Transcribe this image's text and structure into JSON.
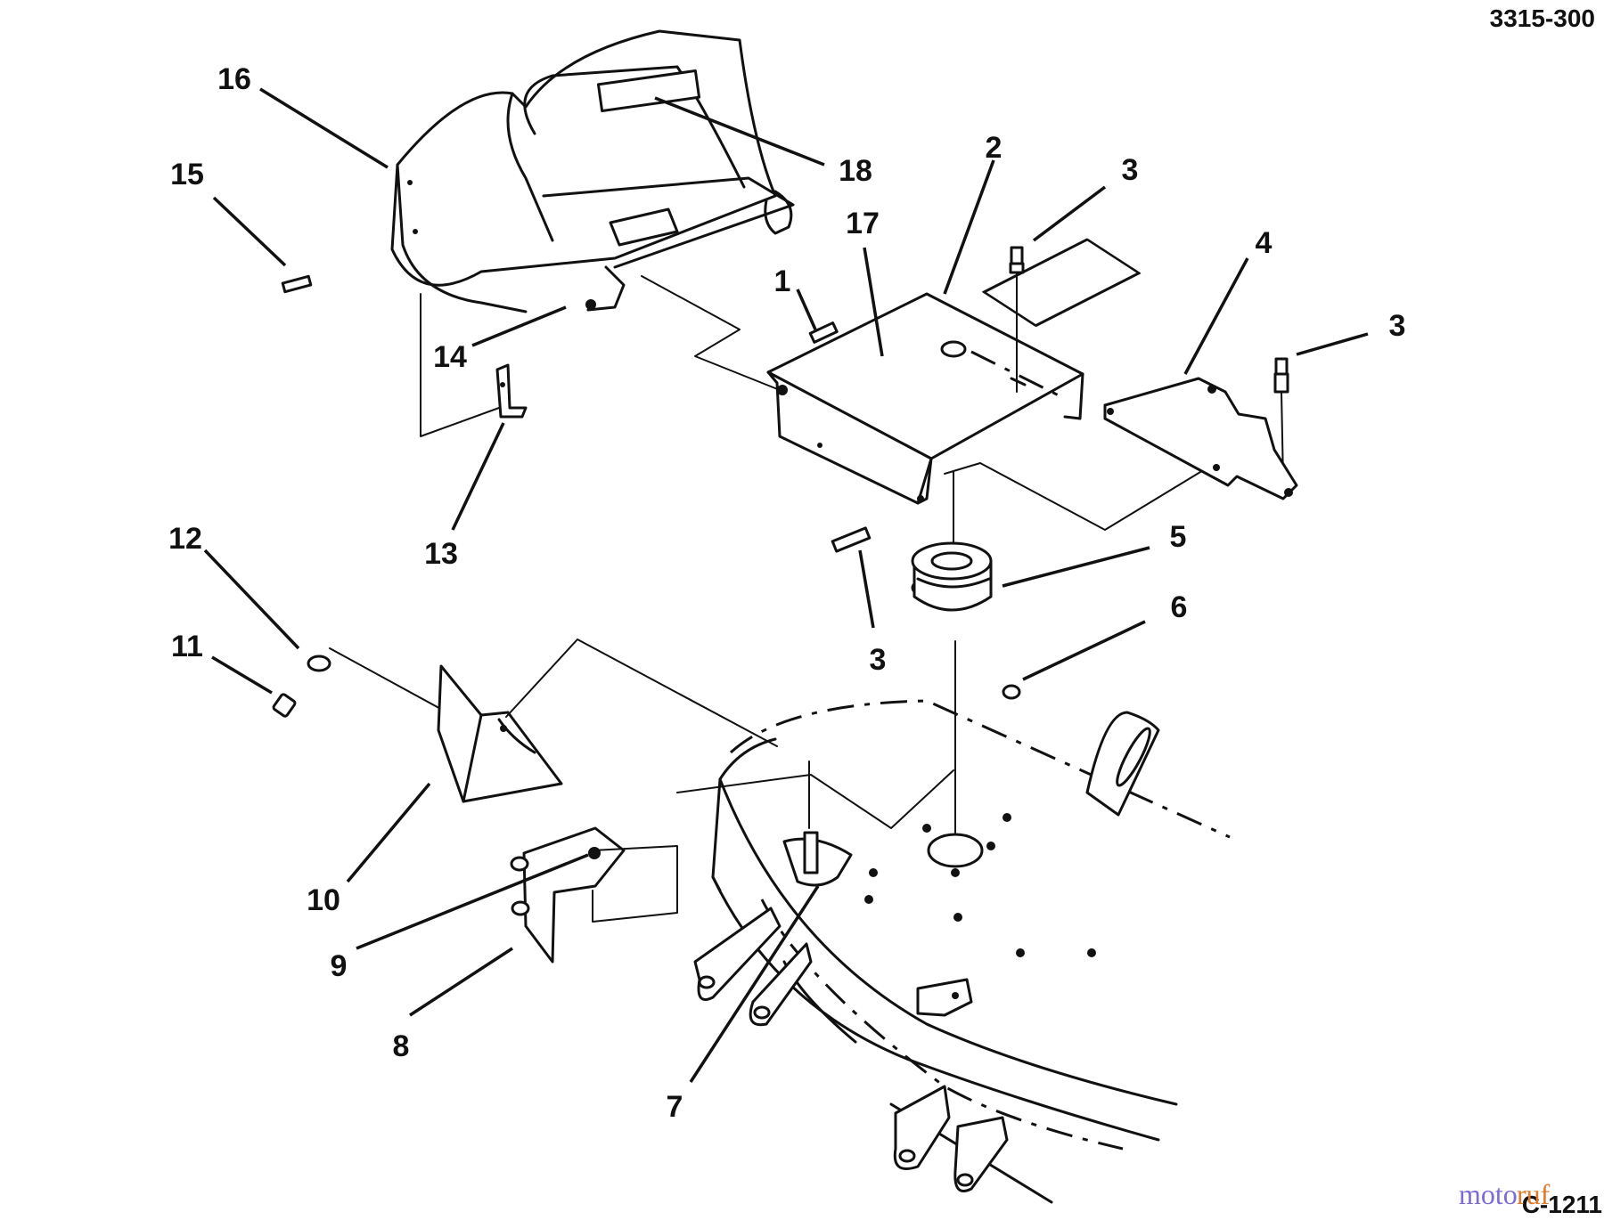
{
  "drawing": {
    "ref_top": "3315-300",
    "ref_bottom": "C-1211",
    "watermark_a": "moto",
    "watermark_b": "ruf"
  },
  "callouts": [
    {
      "id": "c16",
      "label": "16"
    },
    {
      "id": "c15",
      "label": "15"
    },
    {
      "id": "c18",
      "label": "18"
    },
    {
      "id": "c2",
      "label": "2"
    },
    {
      "id": "c3a",
      "label": "3"
    },
    {
      "id": "c17",
      "label": "17"
    },
    {
      "id": "c4",
      "label": "4"
    },
    {
      "id": "c1",
      "label": "1"
    },
    {
      "id": "c3b",
      "label": "3"
    },
    {
      "id": "c14",
      "label": "14"
    },
    {
      "id": "c13",
      "label": "13"
    },
    {
      "id": "c12",
      "label": "12"
    },
    {
      "id": "c5",
      "label": "5"
    },
    {
      "id": "c11",
      "label": "11"
    },
    {
      "id": "c3c",
      "label": "3"
    },
    {
      "id": "c6",
      "label": "6"
    },
    {
      "id": "c10",
      "label": "10"
    },
    {
      "id": "c9",
      "label": "9"
    },
    {
      "id": "c8",
      "label": "8"
    },
    {
      "id": "c7",
      "label": "7"
    }
  ],
  "colors": {
    "line": "#111111",
    "background": "#ffffff",
    "watermark_a": "#7b6bd6",
    "watermark_b": "#e07a2a"
  }
}
